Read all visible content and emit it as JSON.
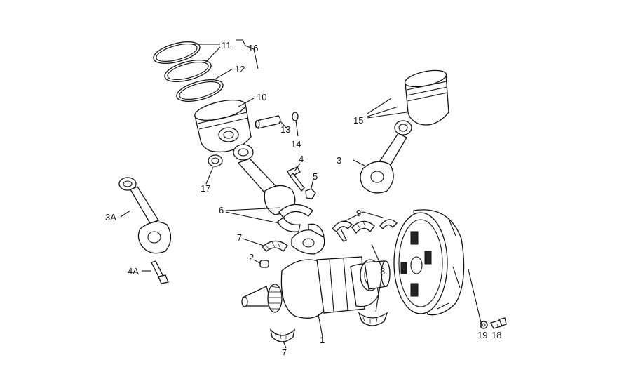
{
  "diagram": {
    "callouts": {
      "c1": "1",
      "c2": "2",
      "c3": "3",
      "c3a": "3A",
      "c4": "4",
      "c4a": "4A",
      "c5": "5",
      "c6": "6",
      "c7a": "7",
      "c7b": "7",
      "c8": "8",
      "c9": "9",
      "c10": "10",
      "c11": "11",
      "c12": "12",
      "c13": "13",
      "c14": "14",
      "c15": "15",
      "c16": "16",
      "c17": "17",
      "c18": "18",
      "c19": "19"
    }
  }
}
